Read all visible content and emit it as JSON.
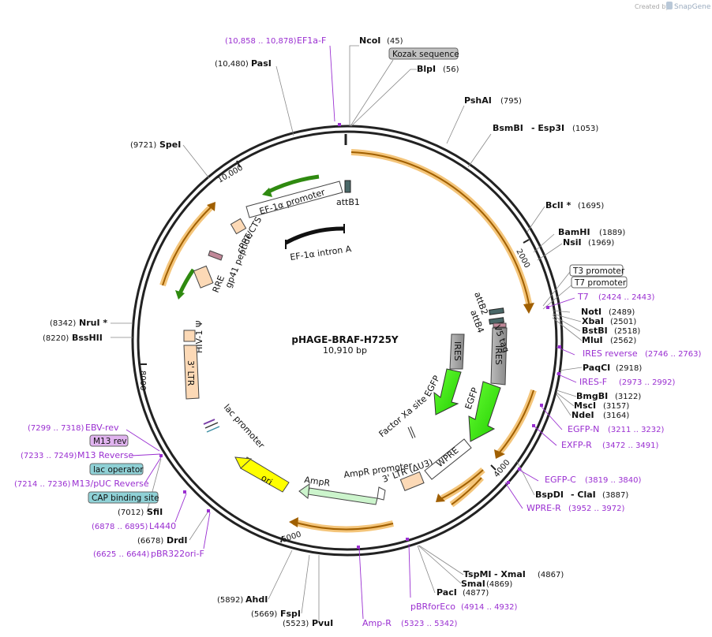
{
  "credit": "Created by",
  "brand": "SnapGene",
  "plasmid": {
    "name": "pHAGE-BRAF-H725Y",
    "size": "10,910 bp"
  },
  "ticks": [
    "2000",
    "4000",
    "6000",
    "8000",
    "10,000"
  ],
  "sites": [
    {
      "name": "NcoI",
      "pos": "(45)"
    },
    {
      "name": "BlpI",
      "pos": "(56)"
    },
    {
      "name": "PshAI",
      "pos": "(795)"
    },
    {
      "name": "BsmBI",
      "extra": "- Esp3I",
      "pos": "(1053)"
    },
    {
      "name": "BclI *",
      "pos": "(1695)"
    },
    {
      "name": "BamHI",
      "pos": "(1889)"
    },
    {
      "name": "NsiI",
      "pos": "(1969)"
    },
    {
      "name": "NotI",
      "pos": "(2489)"
    },
    {
      "name": "XbaI",
      "pos": "(2501)"
    },
    {
      "name": "BstBI",
      "pos": "(2518)"
    },
    {
      "name": "MluI",
      "pos": "(2562)"
    },
    {
      "name": "PaqCI",
      "pos": "(2918)"
    },
    {
      "name": "BmgBI",
      "pos": "(3122)"
    },
    {
      "name": "MscI",
      "pos": "(3157)"
    },
    {
      "name": "NdeI",
      "pos": "(3164)"
    },
    {
      "name": "BspDI",
      "extra": "- ClaI",
      "pos": "(3887)"
    },
    {
      "name": "TspMI",
      "extra": "- XmaI",
      "pos": "(4867)"
    },
    {
      "name": "SmaI",
      "pos": "(4869)"
    },
    {
      "name": "PacI",
      "pos": "(4877)"
    },
    {
      "name": "PvuI",
      "pos": "(5523)"
    },
    {
      "name": "FspI",
      "pos": "(5669)"
    },
    {
      "name": "AhdI",
      "pos": "(5892)"
    },
    {
      "name": "DrdI",
      "pos": "(6678)"
    },
    {
      "name": "SfiI",
      "pos": "(7012)"
    },
    {
      "name": "BssHII",
      "pos": "(8220)"
    },
    {
      "name": "NruI *",
      "pos": "(8342)"
    },
    {
      "name": "SpeI",
      "pos": "(9721)"
    },
    {
      "name": "PasI",
      "pos": "(10,480)"
    }
  ],
  "primers": [
    {
      "name": "EF1a-F",
      "pos": "(10,858 .. 10,878)"
    },
    {
      "name": "T7",
      "pos": "(2424 .. 2443)"
    },
    {
      "name": "IRES reverse",
      "pos": "(2746 .. 2763)"
    },
    {
      "name": "IRES-F",
      "pos": "(2973 .. 2992)"
    },
    {
      "name": "EGFP-N",
      "pos": "(3211 .. 3232)"
    },
    {
      "name": "EXFP-R",
      "pos": "(3472 .. 3491)"
    },
    {
      "name": "EGFP-C",
      "pos": "(3819 .. 3840)"
    },
    {
      "name": "WPRE-R",
      "pos": "(3952 .. 3972)"
    },
    {
      "name": "pBRforEco",
      "pos": "(4914 .. 4932)"
    },
    {
      "name": "Amp-R",
      "pos": "(5323 .. 5342)"
    },
    {
      "name": "pBR322ori-F",
      "pos": "(6625 .. 6644)"
    },
    {
      "name": "L4440",
      "pos": "(6878 .. 6895)"
    },
    {
      "name": "M13/pUC Reverse",
      "pos": "(7214 .. 7236)"
    },
    {
      "name": "M13 Reverse",
      "pos": "(7233 .. 7249)"
    },
    {
      "name": "EBV-rev",
      "pos": "(7299 .. 7318)"
    }
  ],
  "boxes": [
    "Kozak sequence",
    "T3 promoter",
    "T7 promoter",
    "M13 rev",
    "lac operator",
    "CAP binding site"
  ],
  "features": [
    "EF-1α promoter",
    "attB1",
    "EF-1α intron A",
    "cPPT/CTS",
    "RRE",
    "gp41 peptide",
    "HIV-1 Ψ",
    "3' LTR",
    "lac promoter",
    "ori",
    "AmpR",
    "AmpR promoter",
    "3' LTR (ΔU3)",
    "WPRE",
    "EGFP",
    "IRES",
    "Factor Xa site",
    "EGFP",
    "IRES",
    "attB2",
    "attB4",
    "V5 tag"
  ]
}
